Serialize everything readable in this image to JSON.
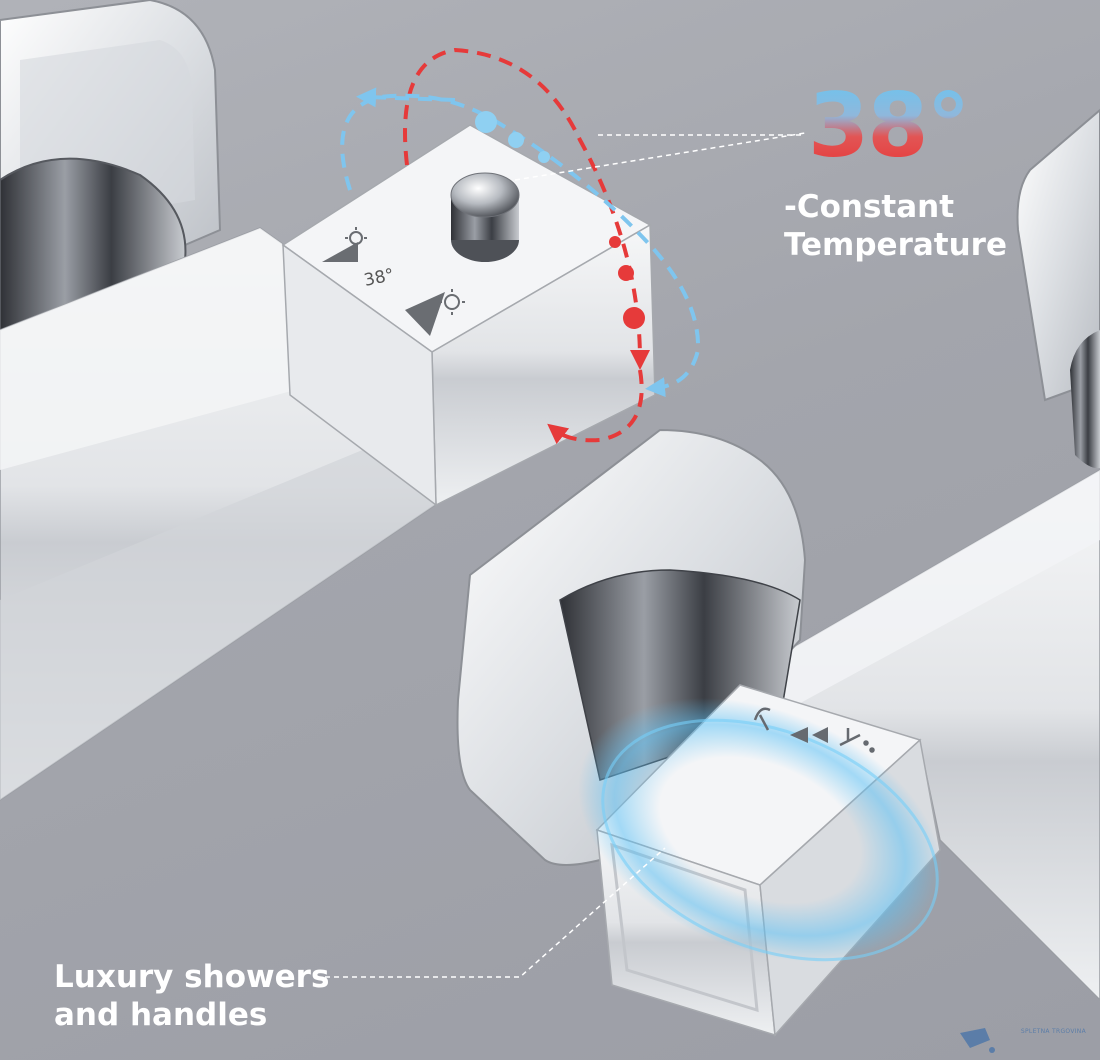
{
  "temperature": {
    "value": "38°",
    "caption": "-Constant\nTemperature",
    "dial_label": "38°"
  },
  "product": {
    "caption": "Luxury showers\nand handles"
  },
  "watermark": {
    "text": "SPLETNA TRGOVINA"
  },
  "colors": {
    "background": "#a4a6ad",
    "hot": "#e63a3a",
    "cold": "#6ec3ee",
    "chrome": "#e9ebee",
    "glow": "#5fc2f5"
  }
}
